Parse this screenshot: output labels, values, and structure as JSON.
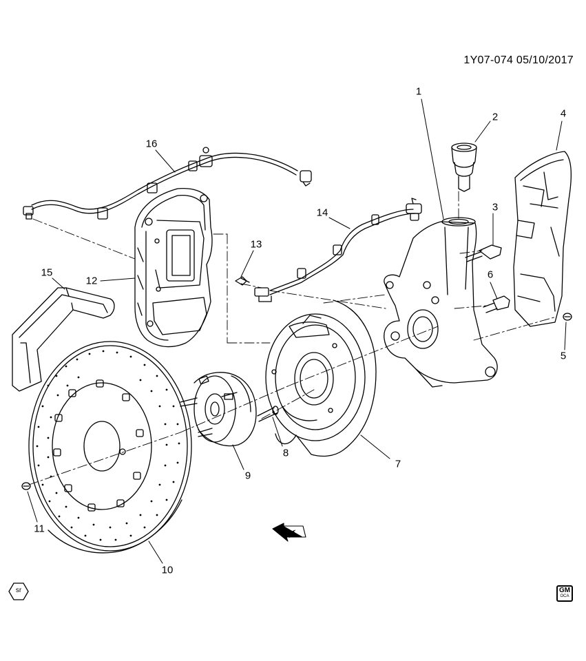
{
  "header": {
    "illustration_id": "1Y07-074 05/10/2017"
  },
  "callouts": {
    "c1": "1",
    "c2": "2",
    "c3": "3",
    "c4": "4",
    "c5": "5",
    "c6": "6",
    "c7": "7",
    "c8": "8",
    "c9": "9",
    "c10": "10",
    "c11": "11",
    "c12": "12",
    "c13": "13",
    "c14": "14",
    "c15": "15",
    "c16": "16"
  },
  "badges": {
    "service_ref": "sr",
    "gm": "GM",
    "gm_sub": "OCA"
  },
  "direction_marker": {
    "label": "FRT",
    "icon": "front-arrow-icon"
  }
}
